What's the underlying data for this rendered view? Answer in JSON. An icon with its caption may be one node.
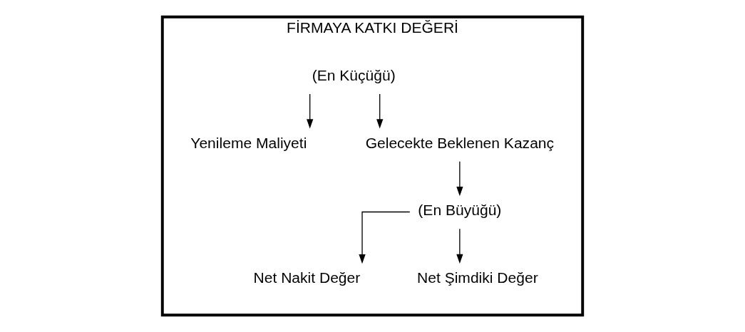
{
  "diagram": {
    "nodes": [
      {
        "text": [
          "FİRMAYA KATKI DEĞERİ"
        ]
      },
      {
        "text": [
          "(En Küçüğü)"
        ],
        "in": 0
      },
      {
        "text": [
          "Yenileme Maliyeti"
        ],
        "in": 0
      },
      {
        "text": [
          "Gelecekte Beklenen Kazanç"
        ],
        "in": 0
      },
      {
        "text": [
          "(En Büyüğü)"
        ],
        "in": 0
      },
      {
        "text": [
          "Net Nakit Değer"
        ],
        "in": 0
      },
      {
        "text": [
          "Net Şimdiki Değer"
        ],
        "in": 0
      }
    ],
    "edges": [
      {
        "from": 1,
        "to": 2,
        "arrow": "to"
      },
      {
        "from": 1,
        "to": 3,
        "arrow": "to"
      },
      {
        "from": 3,
        "to": 4,
        "arrow": "to"
      },
      {
        "from": 4,
        "to": 5,
        "arrow": "to"
      },
      {
        "from": 4,
        "to": 6,
        "arrow": "to"
      }
    ]
  }
}
